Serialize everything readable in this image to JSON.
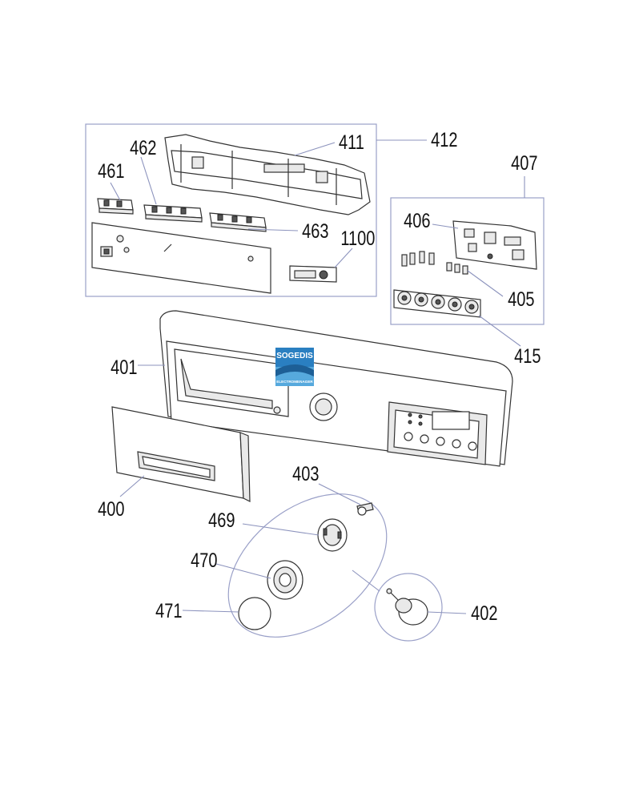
{
  "diagram": {
    "logo": {
      "brand": "SOGEDIS",
      "tagline": "ELECTROMENAGER",
      "colors": {
        "top": "#2a7fc1",
        "bottom": "#56a9dd",
        "band": "#1d5f96"
      }
    },
    "callouts": [
      {
        "id": "412",
        "label": "412"
      },
      {
        "id": "411",
        "label": "411"
      },
      {
        "id": "462",
        "label": "462"
      },
      {
        "id": "461",
        "label": "461"
      },
      {
        "id": "463",
        "label": "463"
      },
      {
        "id": "1100",
        "label": "1100"
      },
      {
        "id": "407",
        "label": "407"
      },
      {
        "id": "406",
        "label": "406"
      },
      {
        "id": "405",
        "label": "405"
      },
      {
        "id": "415",
        "label": "415"
      },
      {
        "id": "401",
        "label": "401"
      },
      {
        "id": "400",
        "label": "400"
      },
      {
        "id": "403",
        "label": "403"
      },
      {
        "id": "469",
        "label": "469"
      },
      {
        "id": "470",
        "label": "470"
      },
      {
        "id": "471",
        "label": "471"
      },
      {
        "id": "402",
        "label": "402"
      }
    ],
    "colors": {
      "leader": "#8c93bd",
      "frame": "#9aa0c8",
      "line": "#333333"
    }
  }
}
